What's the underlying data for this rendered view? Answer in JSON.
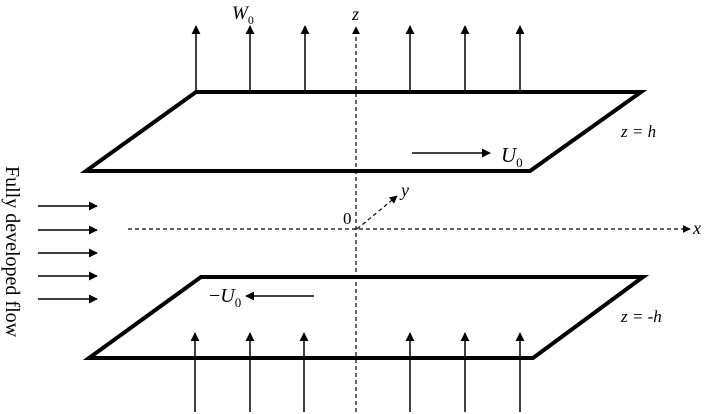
{
  "labels": {
    "w0_main": "W",
    "w0_sub": "0",
    "z_axis": "z",
    "x_axis": "x",
    "y_axis": "y",
    "origin": "0",
    "top_plate": "z = h",
    "bottom_plate": "z = -h",
    "u0_main": "U",
    "u0_sub": "0",
    "neg_u0_minus": "−",
    "neg_u0_main": "U",
    "neg_u0_sub": "0",
    "inflow": "Fully developed flow"
  },
  "colors": {
    "stroke": "#000000"
  }
}
